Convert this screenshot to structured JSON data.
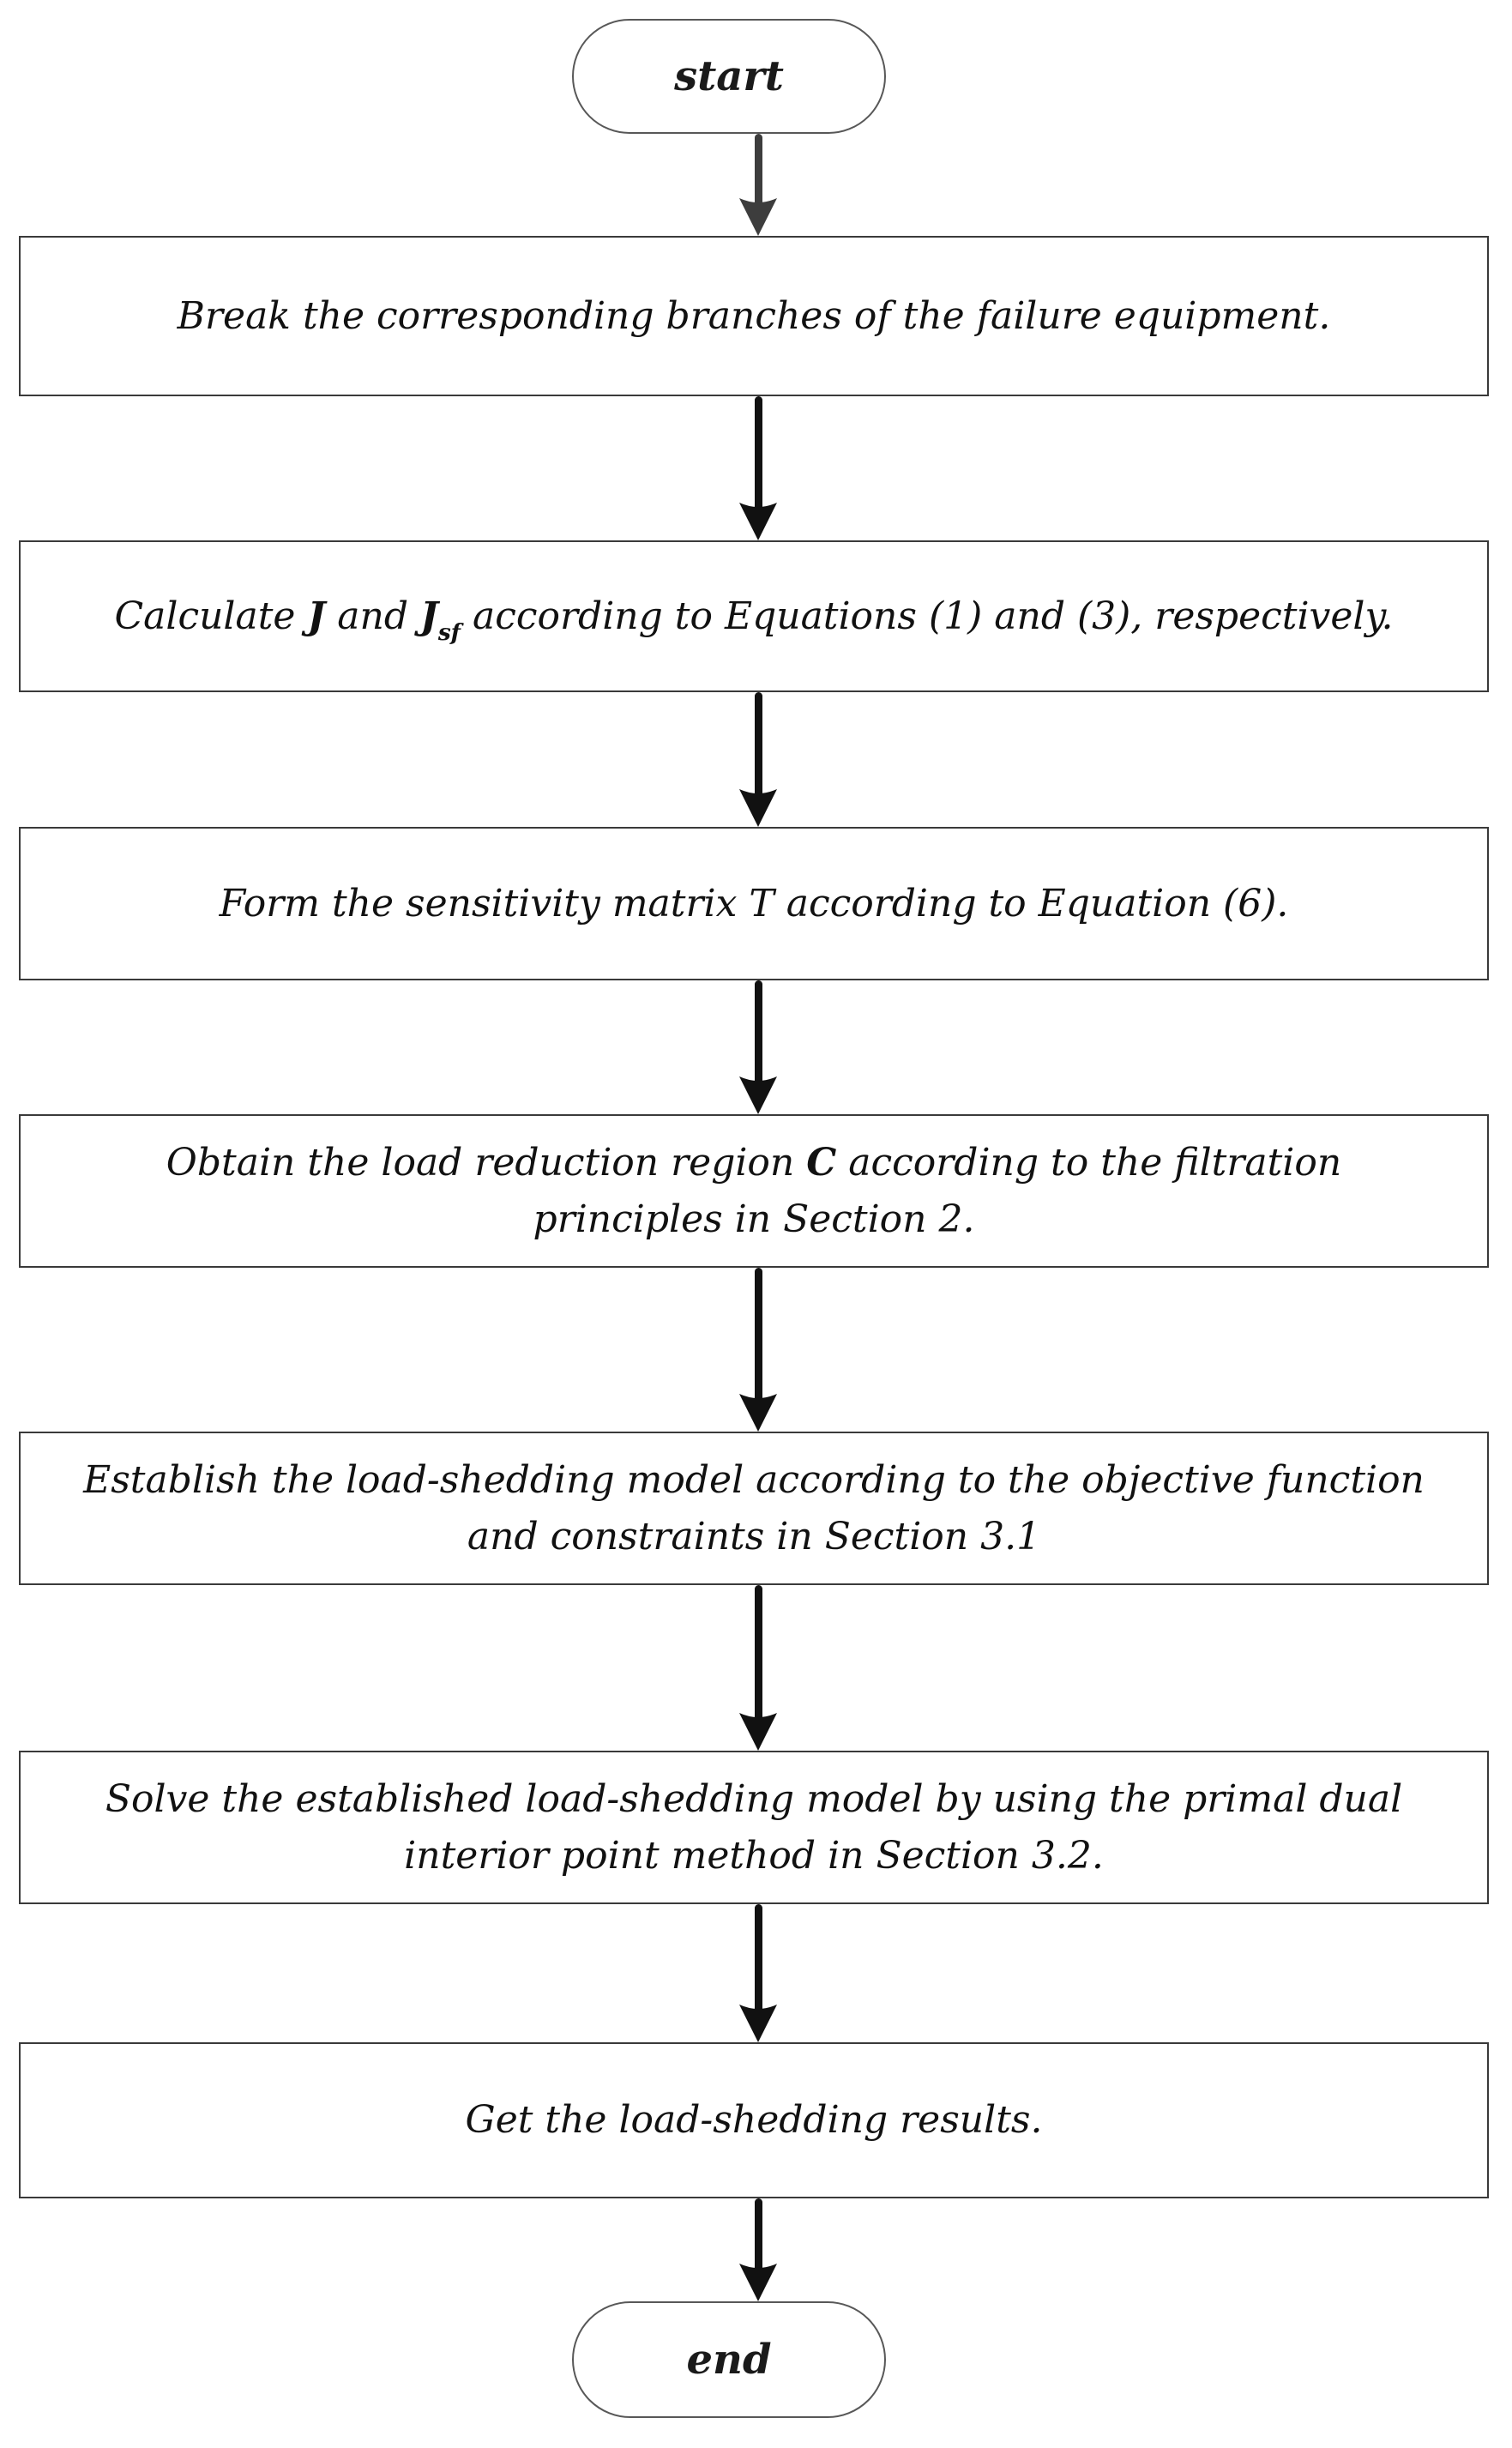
{
  "flowchart": {
    "terminals": {
      "start": "start",
      "end": "end"
    },
    "steps": [
      [
        [
          {
            "t": "Break the corresponding branches of the failure equipment."
          }
        ]
      ],
      [
        [
          {
            "t": "Calculate "
          },
          {
            "t": "J",
            "b": true
          },
          {
            "t": " and "
          },
          {
            "t": "J",
            "b": true
          },
          {
            "t": "sf",
            "b": true,
            "sub": true
          },
          {
            "t": " according to Equations (1) and (3), respectively."
          }
        ]
      ],
      [
        [
          {
            "t": "Form the sensitivity matrix T according to Equation (6)."
          }
        ]
      ],
      [
        [
          {
            "t": "Obtain the load reduction region "
          },
          {
            "t": "C",
            "b": true
          },
          {
            "t": " according to the filtration"
          }
        ],
        [
          {
            "t": "principles in Section 2."
          }
        ]
      ],
      [
        [
          {
            "t": "Establish the load-shedding model according to the objective function"
          }
        ],
        [
          {
            "t": "and constraints in Section 3.1"
          }
        ]
      ],
      [
        [
          {
            "t": "Solve the established load-shedding model by using the primal dual"
          }
        ],
        [
          {
            "t": "interior point method in Section 3.2."
          }
        ]
      ],
      [
        [
          {
            "t": "Get the load-shedding results."
          }
        ]
      ]
    ],
    "colors": {
      "arrow": "#111111",
      "arrow_muted": "#3d3d3d",
      "box_border": "#3a3a3a",
      "terminal_border": "#585858",
      "text": "#111111",
      "background": "#ffffff"
    }
  }
}
